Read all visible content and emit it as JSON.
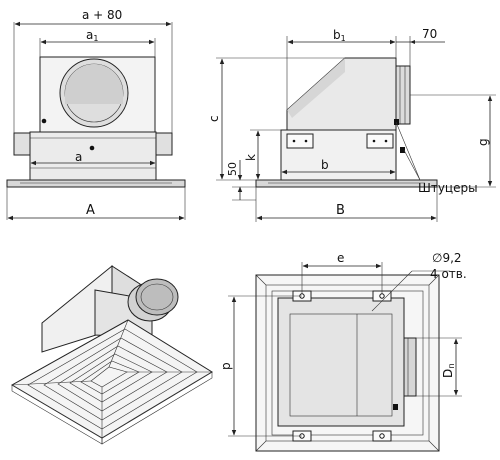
{
  "front_view": {
    "dim_top": "a + 80",
    "dim_inner": "a",
    "dim_inner_sub": "1",
    "dim_body": "a",
    "dim_bottom": "A"
  },
  "side_view": {
    "dim_b1": "b",
    "dim_b1_sub": "1",
    "dim_70": "70",
    "dim_c": "c",
    "dim_k": "k",
    "dim_50": "50",
    "dim_g": "g",
    "dim_b": "b",
    "dim_B": "B",
    "fittings_label": "Штуцеры"
  },
  "top_view": {
    "dim_e": "e",
    "dim_hole": "∅9,2",
    "dim_holes_count": "4 отв.",
    "dim_p": "p",
    "dim_dn": "D",
    "dim_dn_sub": "п"
  },
  "colors": {
    "face_light": "#f4f4f4",
    "face_mid": "#e2e2e2",
    "face_dark": "#c9c9c9",
    "line": "#222222"
  }
}
